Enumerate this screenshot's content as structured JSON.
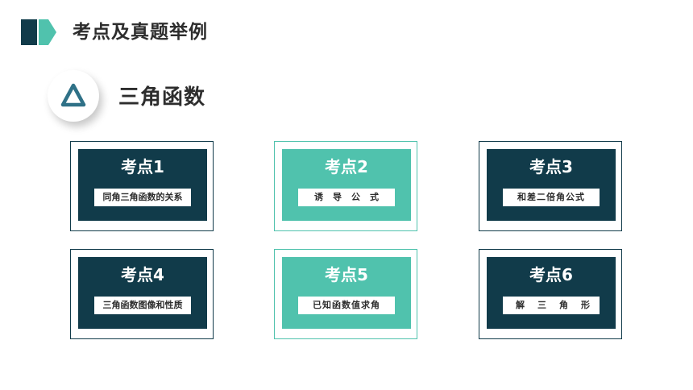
{
  "header": {
    "title": "考点及真题举例",
    "icon": "chevron-arrow-icon"
  },
  "section": {
    "title": "三角函数",
    "icon": "triangle-icon"
  },
  "cards": [
    {
      "title": "考点1",
      "label": "同角三角函数的关系",
      "style": "dark"
    },
    {
      "title": "考点2",
      "label": "诱导公式",
      "style": "teal"
    },
    {
      "title": "考点3",
      "label": "和差二倍角公式",
      "style": "dark"
    },
    {
      "title": "考点4",
      "label": "三角函数图像和性质",
      "style": "dark"
    },
    {
      "title": "考点5",
      "label": "已知函数值求角",
      "style": "teal"
    },
    {
      "title": "考点6",
      "label": "解三角形",
      "style": "dark"
    }
  ],
  "colors": {
    "dark": "#113b4a",
    "teal": "#50c2ad",
    "text": "#2d2d2d"
  }
}
